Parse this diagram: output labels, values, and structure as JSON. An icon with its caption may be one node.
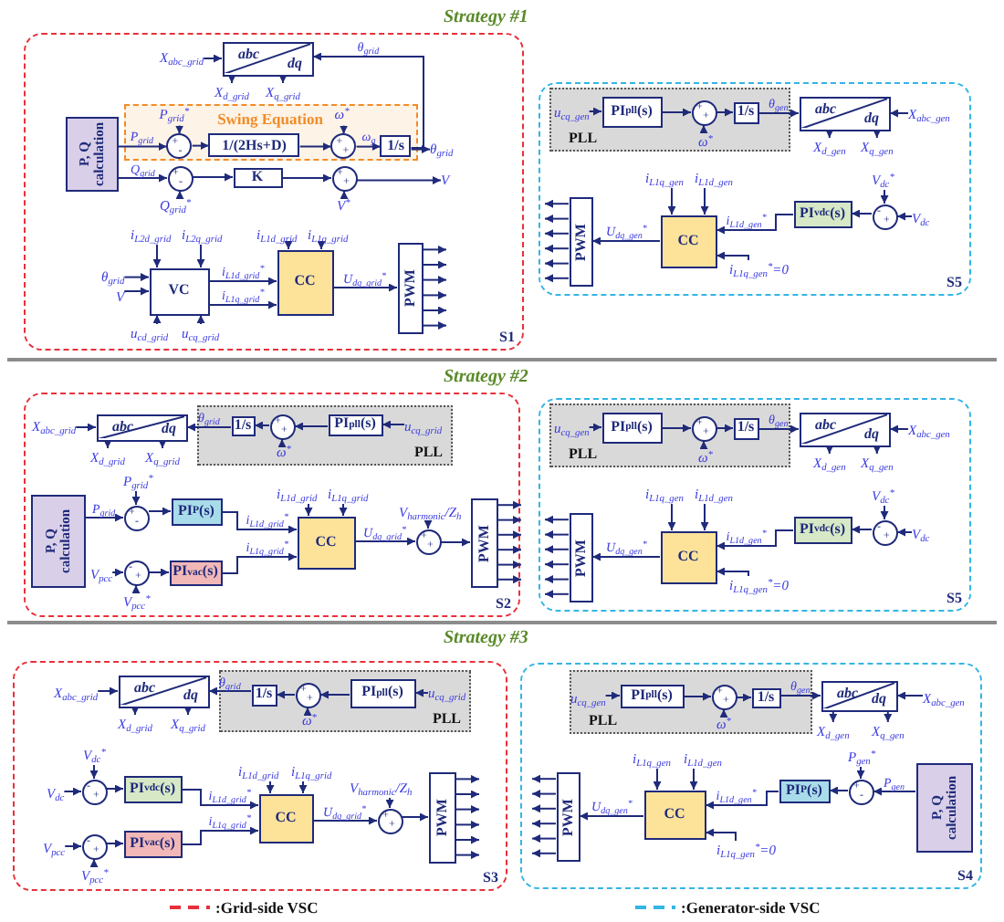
{
  "diagram": {
    "nodes": [
      {
        "text": [
          "S1"
        ]
      },
      {
        "text": [
          "X$_{abc_grid}$"
        ],
        "in": 0
      },
      {
        "text": [
          "abc",
          "dq"
        ],
        "in": 0
      },
      {
        "text": [
          "X$_{d_grid}$"
        ],
        "in": 0
      },
      {
        "text": [
          "X$_{q_grid}$"
        ],
        "in": 0
      },
      {
        "text": [
          "P, Q calculation"
        ],
        "in": 0
      },
      {
        "text": [
          "Swing Equation"
        ],
        "in": 0
      },
      {
        "text": [
          "P$_{grid}$$^{*}$"
        ],
        "in": 6
      },
      {
        "text": [
          "+",
          "-"
        ],
        "in": 6
      },
      {
        "text": [
          "1/(2Hs+D)"
        ],
        "in": 6
      },
      {
        "text": [
          "ω$^{*}$"
        ],
        "in": 6
      },
      {
        "text": [
          "+",
          "+"
        ],
        "in": 6
      },
      {
        "text": [
          "1/s"
        ],
        "in": 6
      },
      {
        "text": [
          "θ$_{grid}$"
        ],
        "in": 0
      },
      {
        "text": [
          "+",
          "-"
        ],
        "in": 0
      },
      {
        "text": [
          "Q$_{grid}$$^{*}$"
        ],
        "in": 0
      },
      {
        "text": [
          "K"
        ],
        "in": 0
      },
      {
        "text": [
          "+",
          "+"
        ],
        "in": 0
      },
      {
        "text": [
          "V$^{*}$"
        ],
        "in": 0
      },
      {
        "text": [
          "V"
        ],
        "in": 0
      },
      {
        "text": [
          "i$_{L2d_grid}$"
        ],
        "in": 0
      },
      {
        "text": [
          "i$_{L2q_grid}$"
        ],
        "in": 0
      },
      {
        "text": [
          "θ$_{grid}$"
        ],
        "in": 0
      },
      {
        "text": [
          "V"
        ],
        "in": 0
      },
      {
        "text": [
          "u$_{cd_grid}$"
        ],
        "in": 0
      },
      {
        "text": [
          "u$_{cq_grid}$"
        ],
        "in": 0
      },
      {
        "text": [
          "VC"
        ],
        "in": 0
      },
      {
        "text": [
          "i$_{L1d_grid}$"
        ],
        "in": 0
      },
      {
        "text": [
          "i$_{L1q_grid}$"
        ],
        "in": 0
      },
      {
        "text": [
          "CC"
        ],
        "in": 0
      },
      {
        "text": [
          "PWM"
        ],
        "in": 0
      },
      {
        "text": [
          "S5"
        ]
      },
      {
        "text": [
          "PLL"
        ],
        "in": 31
      },
      {
        "text": [
          "u$_{cq_gen}$"
        ],
        "in": 32
      },
      {
        "text": [
          "PI$_{pll}$(s)"
        ],
        "in": 32
      },
      {
        "text": [
          "+",
          "+"
        ],
        "in": 32
      },
      {
        "text": [
          "ω$^{*}$"
        ],
        "in": 32
      },
      {
        "text": [
          "1/s"
        ],
        "in": 32
      },
      {
        "text": [
          "abc",
          "dq"
        ],
        "in": 31
      },
      {
        "text": [
          "X$_{abc_gen}$"
        ],
        "in": 31
      },
      {
        "text": [
          "X$_{d_gen}$"
        ],
        "in": 31
      },
      {
        "text": [
          "X$_{q_gen}$"
        ],
        "in": 31
      },
      {
        "text": [
          "i$_{L1q_gen}$"
        ],
        "in": 31
      },
      {
        "text": [
          "i$_{L1d_gen}$"
        ],
        "in": 31
      },
      {
        "text": [
          "V$_{dc}$$^{*}$"
        ],
        "in": 31
      },
      {
        "text": [
          "V$_{dc}$"
        ],
        "in": 31
      },
      {
        "text": [
          "-",
          "+"
        ],
        "in": 31
      },
      {
        "text": [
          "PI$_{vdc}$(s)"
        ],
        "in": 31
      },
      {
        "text": [
          "CC"
        ],
        "in": 31
      },
      {
        "text": [
          "i$_{L1q_gen}$$^{*}$=0"
        ],
        "in": 31
      },
      {
        "text": [
          "PWM"
        ],
        "in": 31
      },
      {
        "text": [
          "S2"
        ]
      },
      {
        "text": [
          "X$_{abc_grid}$"
        ],
        "in": 51
      },
      {
        "text": [
          "abc",
          "dq"
        ],
        "in": 51
      },
      {
        "text": [
          "X$_{d_grid}$"
        ],
        "in": 51
      },
      {
        "text": [
          "X$_{q_grid}$"
        ],
        "in": 51
      },
      {
        "text": [
          "PLL"
        ],
        "in": 51
      },
      {
        "text": [
          "1/s"
        ],
        "in": 56
      },
      {
        "text": [
          "+",
          "+"
        ],
        "in": 56
      },
      {
        "text": [
          "ω$^{*}$"
        ],
        "in": 56
      },
      {
        "text": [
          "PI$_{pll}$(s)"
        ],
        "in": 56
      },
      {
        "text": [
          "u$_{cq_grid}$"
        ],
        "in": 56
      },
      {
        "text": [
          "P, Q calculation"
        ],
        "in": 51
      },
      {
        "text": [
          "P$_{grid}$$^{*}$"
        ],
        "in": 51
      },
      {
        "text": [
          "+",
          "-"
        ],
        "in": 51
      },
      {
        "text": [
          "PI$_{P}$(s)"
        ],
        "in": 51
      },
      {
        "text": [
          "V$_{pcc}$"
        ],
        "in": 51
      },
      {
        "text": [
          "-",
          "+"
        ],
        "in": 51
      },
      {
        "text": [
          "V$_{pcc}$$^{*}$"
        ],
        "in": 51
      },
      {
        "text": [
          "PI$_{vac}$(s)"
        ],
        "in": 51
      },
      {
        "text": [
          "i$_{L1d_grid}$"
        ],
        "in": 51
      },
      {
        "text": [
          "i$_{L1q_grid}$"
        ],
        "in": 51
      },
      {
        "text": [
          "CC"
        ],
        "in": 51
      },
      {
        "text": [
          "V$_{harmonic}$/Z$_{h}$"
        ],
        "in": 51
      },
      {
        "text": [
          "+",
          "+"
        ],
        "in": 51
      },
      {
        "text": [
          "PWM"
        ],
        "in": 51
      },
      {
        "text": [
          "S5"
        ]
      },
      {
        "text": [
          "PLL"
        ],
        "in": 76
      },
      {
        "text": [
          "u$_{cq_gen}$"
        ],
        "in": 77
      },
      {
        "text": [
          "PI$_{pll}$(s)"
        ],
        "in": 77
      },
      {
        "text": [
          "+",
          "+"
        ],
        "in": 77
      },
      {
        "text": [
          "ω$^{*}$"
        ],
        "in": 77
      },
      {
        "text": [
          "1/s"
        ],
        "in": 77
      },
      {
        "text": [
          "abc",
          "dq"
        ],
        "in": 76
      },
      {
        "text": [
          "X$_{abc_gen}$"
        ],
        "in": 76
      },
      {
        "text": [
          "X$_{d_gen}$"
        ],
        "in": 76
      },
      {
        "text": [
          "X$_{q_gen}$"
        ],
        "in": 76
      },
      {
        "text": [
          "i$_{L1q_gen}$"
        ],
        "in": 76
      },
      {
        "text": [
          "i$_{L1d_gen}$"
        ],
        "in": 76
      },
      {
        "text": [
          "V$_{dc}$$^{*}$"
        ],
        "in": 76
      },
      {
        "text": [
          "V$_{dc}$"
        ],
        "in": 76
      },
      {
        "text": [
          "-",
          "+"
        ],
        "in": 76
      },
      {
        "text": [
          "PI$_{vdc}$(s)"
        ],
        "in": 76
      },
      {
        "text": [
          "CC"
        ],
        "in": 76
      },
      {
        "text": [
          "i$_{L1q_gen}$$^{*}$=0"
        ],
        "in": 76
      },
      {
        "text": [
          "PWM"
        ],
        "in": 76
      },
      {
        "text": [
          "S3"
        ]
      },
      {
        "text": [
          "X$_{abc_grid}$"
        ],
        "in": 96
      },
      {
        "text": [
          "abc",
          "dq"
        ],
        "in": 96
      },
      {
        "text": [
          "X$_{d_grid}$"
        ],
        "in": 96
      },
      {
        "text": [
          "X$_{q_grid}$"
        ],
        "in": 96
      },
      {
        "text": [
          "PLL"
        ],
        "in": 96
      },
      {
        "text": [
          "1/s"
        ],
        "in": 101
      },
      {
        "text": [
          "+",
          "+"
        ],
        "in": 101
      },
      {
        "text": [
          "ω$^{*}$"
        ],
        "in": 101
      },
      {
        "text": [
          "PI$_{pll}$(s)"
        ],
        "in": 101
      },
      {
        "text": [
          "u$_{cq_grid}$"
        ],
        "in": 101
      },
      {
        "text": [
          "V$_{dc}$$^{*}$"
        ],
        "in": 96
      },
      {
        "text": [
          "V$_{dc}$"
        ],
        "in": 96
      },
      {
        "text": [
          "-",
          "+"
        ],
        "in": 96
      },
      {
        "text": [
          "PI$_{vdc}$(s)"
        ],
        "in": 96
      },
      {
        "text": [
          "V$_{pcc}$"
        ],
        "in": 96
      },
      {
        "text": [
          "-",
          "+"
        ],
        "in": 96
      },
      {
        "text": [
          "V$_{pcc}$$^{*}$"
        ],
        "in": 96
      },
      {
        "text": [
          "PI$_{vac}$(s)"
        ],
        "in": 96
      },
      {
        "text": [
          "i$_{L1d_grid}$"
        ],
        "in": 96
      },
      {
        "text": [
          "i$_{L1q_grid}$"
        ],
        "in": 96
      },
      {
        "text": [
          "CC"
        ],
        "in": 96
      },
      {
        "text": [
          "V$_{harmonic}$/Z$_{h}$"
        ],
        "in": 96
      },
      {
        "text": [
          "+",
          "+"
        ],
        "in": 96
      },
      {
        "text": [
          "PWM"
        ],
        "in": 96
      },
      {
        "text": [
          "S4"
        ]
      },
      {
        "text": [
          "PLL"
        ],
        "in": 121
      },
      {
        "text": [
          "u$_{cq_gen}$"
        ],
        "in": 122
      },
      {
        "text": [
          "PI$_{pll}$(s)"
        ],
        "in": 122
      },
      {
        "text": [
          "+",
          "+"
        ],
        "in": 122
      },
      {
        "text": [
          "ω$^{*}$"
        ],
        "in": 122
      },
      {
        "text": [
          "1/s"
        ],
        "in": 122
      },
      {
        "text": [
          "abc",
          "dq"
        ],
        "in": 121
      },
      {
        "text": [
          "X$_{abc_gen}$"
        ],
        "in": 121
      },
      {
        "text": [
          "X$_{d_gen}$"
        ],
        "in": 121
      },
      {
        "text": [
          "X$_{q_gen}$"
        ],
        "in": 121
      },
      {
        "text": [
          "i$_{L1q_gen}$"
        ],
        "in": 121
      },
      {
        "text": [
          "i$_{L1d_gen}$"
        ],
        "in": 121
      },
      {
        "text": [
          "P$_{gen}$$^{*}$"
        ],
        "in": 121
      },
      {
        "text": [
          "+",
          "-"
        ],
        "in": 121
      },
      {
        "text": [
          "P, Q calculation"
        ],
        "in": 121
      },
      {
        "text": [
          "PI$_{P}$(s)"
        ],
        "in": 121
      },
      {
        "text": [
          "CC"
        ],
        "in": 121
      },
      {
        "text": [
          "i$_{L1q_gen}$$^{*}$=0"
        ],
        "in": 121
      },
      {
        "text": [
          "PWM"
        ],
        "in": 121
      }
    ],
    "edges": [
      {
        "from": 1,
        "to": 2,
        "arrow": "to"
      },
      {
        "from": 2,
        "to": 3,
        "arrow": "to"
      },
      {
        "from": 2,
        "to": 4,
        "arrow": "to"
      },
      {
        "from": 5,
        "to": 8,
        "arrow": "to",
        "label": "P$_{grid}$"
      },
      {
        "from": 7,
        "to": 8,
        "arrow": "to"
      },
      {
        "from": 8,
        "to": 9,
        "arrow": "to"
      },
      {
        "from": 9,
        "to": 11,
        "arrow": "to"
      },
      {
        "from": 10,
        "to": 11,
        "arrow": "to"
      },
      {
        "from": 11,
        "to": 12,
        "arrow": "to",
        "label": "ω$_{g}$"
      },
      {
        "from": 12,
        "to": 13,
        "arrow": "to"
      },
      {
        "from": 12,
        "to": 2,
        "arrow": "to",
        "label": "θ$_{grid}$"
      },
      {
        "from": 5,
        "to": 14,
        "arrow": "to",
        "label": "Q$_{grid}$"
      },
      {
        "from": 15,
        "to": 14,
        "arrow": "to"
      },
      {
        "from": 14,
        "to": 16,
        "arrow": "to"
      },
      {
        "from": 16,
        "to": 17,
        "arrow": "to"
      },
      {
        "from": 18,
        "to": 17,
        "arrow": "to"
      },
      {
        "from": 17,
        "to": 19,
        "arrow": "to"
      },
      {
        "from": 20,
        "to": 26,
        "arrow": "to"
      },
      {
        "from": 21,
        "to": 26,
        "arrow": "to"
      },
      {
        "from": 22,
        "to": 26,
        "arrow": "to"
      },
      {
        "from": 23,
        "to": 26,
        "arrow": "to"
      },
      {
        "from": 24,
        "to": 26,
        "arrow": "to"
      },
      {
        "from": 25,
        "to": 26,
        "arrow": "to"
      },
      {
        "from": 26,
        "to": 29,
        "arrow": "to",
        "label": "i$_{L1d_grid}$$^{*}$"
      },
      {
        "from": 26,
        "to": 29,
        "arrow": "to",
        "label": "i$_{L1q_grid}$$^{*}$"
      },
      {
        "from": 27,
        "to": 29,
        "arrow": "to"
      },
      {
        "from": 28,
        "to": 29,
        "arrow": "to"
      },
      {
        "from": 29,
        "to": 30,
        "arrow": "to",
        "label": "U$_{dq_grid}$$^{*}$"
      },
      {
        "from": 30,
        "to": null,
        "arrow": "to"
      },
      {
        "from": 30,
        "to": null,
        "arrow": "to"
      },
      {
        "from": 30,
        "to": null,
        "arrow": "to"
      },
      {
        "from": 30,
        "to": null,
        "arrow": "to"
      },
      {
        "from": 30,
        "to": null,
        "arrow": "to"
      },
      {
        "from": 30,
        "to": null,
        "arrow": "to"
      },
      {
        "from": 33,
        "to": 34,
        "arrow": "to"
      },
      {
        "from": 34,
        "to": 35,
        "arrow": "to"
      },
      {
        "from": 36,
        "to": 35,
        "arrow": "to"
      },
      {
        "from": 35,
        "to": 37,
        "arrow": "to"
      },
      {
        "from": 37,
        "to": 38,
        "arrow": "to",
        "label": "θ$_{gen}$"
      },
      {
        "from": 39,
        "to": 38,
        "arrow": "to"
      },
      {
        "from": 38,
        "to": 40,
        "arrow": "to"
      },
      {
        "from": 38,
        "to": 41,
        "arrow": "to"
      },
      {
        "from": 44,
        "to": 46,
        "arrow": "to"
      },
      {
        "from": 45,
        "to": 46,
        "arrow": "to"
      },
      {
        "from": 46,
        "to": 47,
        "arrow": "to"
      },
      {
        "from": 47,
        "to": 48,
        "arrow": "to",
        "label": "i$_{L1d_gen}$$^{*}$"
      },
      {
        "from": 49,
        "to": 48,
        "arrow": "to"
      },
      {
        "from": 42,
        "to": 48,
        "arrow": "to"
      },
      {
        "from": 43,
        "to": 48,
        "arrow": "to"
      },
      {
        "from": 48,
        "to": 50,
        "arrow": "to",
        "label": "U$_{dq_gen}$$^{*}$"
      },
      {
        "from": 50,
        "to": null,
        "arrow": "to"
      },
      {
        "from": 50,
        "to": null,
        "arrow": "to"
      },
      {
        "from": 50,
        "to": null,
        "arrow": "to"
      },
      {
        "from": 50,
        "to": null,
        "arrow": "to"
      },
      {
        "from": 50,
        "to": null,
        "arrow": "to"
      },
      {
        "from": 50,
        "to": null,
        "arrow": "to"
      },
      {
        "from": 52,
        "to": 53,
        "arrow": "to"
      },
      {
        "from": 53,
        "to": 54,
        "arrow": "to"
      },
      {
        "from": 53,
        "to": 55,
        "arrow": "to"
      },
      {
        "from": 61,
        "to": 60,
        "arrow": "to"
      },
      {
        "from": 60,
        "to": 58,
        "arrow": "to"
      },
      {
        "from": 59,
        "to": 58,
        "arrow": "to"
      },
      {
        "from": 58,
        "to": 57,
        "arrow": "to"
      },
      {
        "from": 57,
        "to": 53,
        "arrow": "to",
        "label": "θ$_{grid}$"
      },
      {
        "from": 62,
        "to": 64,
        "arrow": "to",
        "label": "P$_{grid}$"
      },
      {
        "from": 63,
        "to": 64,
        "arrow": "to"
      },
      {
        "from": 64,
        "to": 65,
        "arrow": "to"
      },
      {
        "from": 65,
        "to": 72,
        "arrow": "to",
        "label": "i$_{L1d_grid}$$^{*}$"
      },
      {
        "from": 66,
        "to": 67,
        "arrow": "to"
      },
      {
        "from": 68,
        "to": 67,
        "arrow": "to"
      },
      {
        "from": 67,
        "to": 69,
        "arrow": "to"
      },
      {
        "from": 69,
        "to": 72,
        "arrow": "to",
        "label": "i$_{L1q_grid}$$^{*}$"
      },
      {
        "from": 70,
        "to": 72,
        "arrow": "to"
      },
      {
        "from": 71,
        "to": 72,
        "arrow": "to"
      },
      {
        "from": 72,
        "to": 74,
        "arrow": "to",
        "label": "U$_{dq_grid}$$^{*}$"
      },
      {
        "from": 73,
        "to": 74,
        "arrow": "to"
      },
      {
        "from": 74,
        "to": 75,
        "arrow": "to"
      },
      {
        "from": 75,
        "to": null,
        "arrow": "to"
      },
      {
        "from": 75,
        "to": null,
        "arrow": "to"
      },
      {
        "from": 75,
        "to": null,
        "arrow": "to"
      },
      {
        "from": 75,
        "to": null,
        "arrow": "to"
      },
      {
        "from": 75,
        "to": null,
        "arrow": "to"
      },
      {
        "from": 75,
        "to": null,
        "arrow": "to"
      },
      {
        "from": 78,
        "to": 79,
        "arrow": "to"
      },
      {
        "from": 79,
        "to": 80,
        "arrow": "to"
      },
      {
        "from": 81,
        "to": 80,
        "arrow": "to"
      },
      {
        "from": 80,
        "to": 82,
        "arrow": "to"
      },
      {
        "from": 82,
        "to": 83,
        "arrow": "to",
        "label": "θ$_{gen}$"
      },
      {
        "from": 84,
        "to": 83,
        "arrow": "to"
      },
      {
        "from": 83,
        "to": 85,
        "arrow": "to"
      },
      {
        "from": 83,
        "to": 86,
        "arrow": "to"
      },
      {
        "from": 89,
        "to": 91,
        "arrow": "to"
      },
      {
        "from": 90,
        "to": 91,
        "arrow": "to"
      },
      {
        "from": 91,
        "to": 92,
        "arrow": "to"
      },
      {
        "from": 92,
        "to": 93,
        "arrow": "to",
        "label": "i$_{L1d_gen}$$^{*}$"
      },
      {
        "from": 94,
        "to": 93,
        "arrow": "to"
      },
      {
        "from": 87,
        "to": 93,
        "arrow": "to"
      },
      {
        "from": 88,
        "to": 93,
        "arrow": "to"
      },
      {
        "from": 93,
        "to": 95,
        "arrow": "to",
        "label": "U$_{dq_gen}$$^{*}$"
      },
      {
        "from": 95,
        "to": null,
        "arrow": "to"
      },
      {
        "from": 95,
        "to": null,
        "arrow": "to"
      },
      {
        "from": 95,
        "to": null,
        "arrow": "to"
      },
      {
        "from": 95,
        "to": null,
        "arrow": "to"
      },
      {
        "from": 95,
        "to": null,
        "arrow": "to"
      },
      {
        "from": 95,
        "to": null,
        "arrow": "to"
      },
      {
        "from": 97,
        "to": 98,
        "arrow": "to"
      },
      {
        "from": 98,
        "to": 99,
        "arrow": "to"
      },
      {
        "from": 98,
        "to": 100,
        "arrow": "to"
      },
      {
        "from": 106,
        "to": 105,
        "arrow": "to"
      },
      {
        "from": 105,
        "to": 103,
        "arrow": "to"
      },
      {
        "from": 104,
        "to": 103,
        "arrow": "to"
      },
      {
        "from": 103,
        "to": 102,
        "arrow": "to"
      },
      {
        "from": 102,
        "to": 98,
        "arrow": "to",
        "label": "θ$_{grid}$"
      },
      {
        "from": 108,
        "to": 109,
        "arrow": "to"
      },
      {
        "from": 107,
        "to": 109,
        "arrow": "to"
      },
      {
        "from": 109,
        "to": 110,
        "arrow": "to"
      },
      {
        "from": 110,
        "to": 117,
        "arrow": "to",
        "label": "i$_{L1d_grid}$$^{*}$"
      },
      {
        "from": 111,
        "to": 112,
        "arrow": "to"
      },
      {
        "from": 113,
        "to": 112,
        "arrow": "to"
      },
      {
        "from": 112,
        "to": 114,
        "arrow": "to"
      },
      {
        "from": 114,
        "to": 117,
        "arrow": "to",
        "label": "i$_{L1q_grid}$$^{*}$"
      },
      {
        "from": 115,
        "to": 117,
        "arrow": "to"
      },
      {
        "from": 116,
        "to": 117,
        "arrow": "to"
      },
      {
        "from": 117,
        "to": 119,
        "arrow": "to",
        "label": "U$_{dq_grid}$$^{*}$"
      },
      {
        "from": 118,
        "to": 119,
        "arrow": "to"
      },
      {
        "from": 119,
        "to": 120,
        "arrow": "to"
      },
      {
        "from": 120,
        "to": null,
        "arrow": "to"
      },
      {
        "from": 120,
        "to": null,
        "arrow": "to"
      },
      {
        "from": 120,
        "to": null,
        "arrow": "to"
      },
      {
        "from": 120,
        "to": null,
        "arrow": "to"
      },
      {
        "from": 120,
        "to": null,
        "arrow": "to"
      },
      {
        "from": 120,
        "to": null,
        "arrow": "to"
      },
      {
        "from": 123,
        "to": 124,
        "arrow": "to"
      },
      {
        "from": 124,
        "to": 125,
        "arrow": "to"
      },
      {
        "from": 126,
        "to": 125,
        "arrow": "to"
      },
      {
        "from": 125,
        "to": 127,
        "arrow": "to"
      },
      {
        "from": 127,
        "to": 128,
        "arrow": "to",
        "label": "θ$_{gen}$"
      },
      {
        "from": 129,
        "to": 128,
        "arrow": "to"
      },
      {
        "from": 128,
        "to": 130,
        "arrow": "to"
      },
      {
        "from": 128,
        "to": 131,
        "arrow": "to"
      },
      {
        "from": 136,
        "to": 135,
        "arrow": "to",
        "label": "P$_{gen}$"
      },
      {
        "from": 134,
        "to": 135,
        "arrow": "to"
      },
      {
        "from": 135,
        "to": 137,
        "arrow": "to"
      },
      {
        "from": 137,
        "to": 138,
        "arrow": "to",
        "label": "i$_{L1d_gen}$$^{*}$"
      },
      {
        "from": 139,
        "to": 138,
        "arrow": "to"
      },
      {
        "from": 132,
        "to": 138,
        "arrow": "to"
      },
      {
        "from": 133,
        "to": 138,
        "arrow": "to"
      },
      {
        "from": 138,
        "to": 140,
        "arrow": "to",
        "label": "U$_{dq_gen}$$^{*}$"
      },
      {
        "from": 140,
        "to": null,
        "arrow": "to"
      },
      {
        "from": 140,
        "to": null,
        "arrow": "to"
      },
      {
        "from": 140,
        "to": null,
        "arrow": "to"
      },
      {
        "from": 140,
        "to": null,
        "arrow": "to"
      },
      {
        "from": 140,
        "to": null,
        "arrow": "to"
      },
      {
        "from": 140,
        "to": null,
        "arrow": "to"
      }
    ],
    "labels": [
      "Strategy #1",
      "Strategy #2",
      "Strategy #3"
    ],
    "legend": [
      {
        "text": ":Grid-side VSC"
      },
      {
        "text": ":Generator-side VSC"
      }
    ]
  }
}
